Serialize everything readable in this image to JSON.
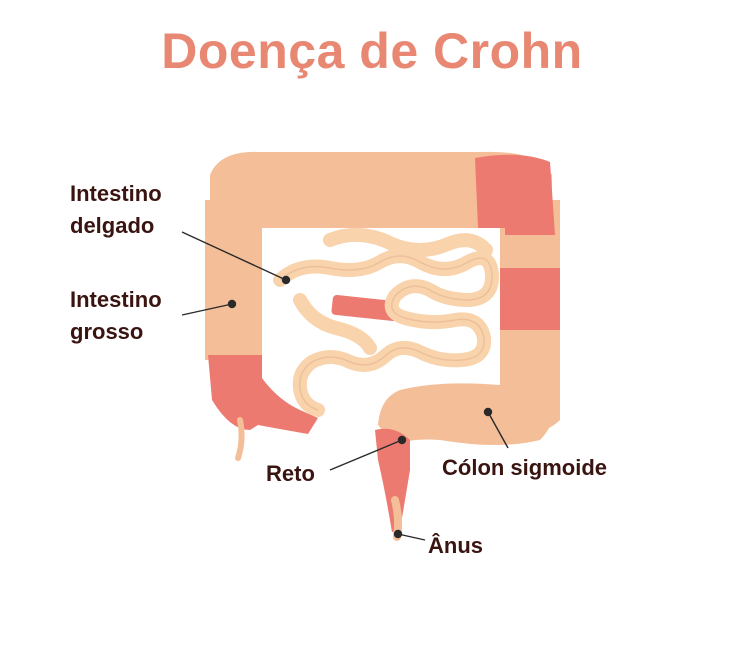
{
  "title": "Doença de Crohn",
  "labels": {
    "small_intestine": "Intestino\ndelgado",
    "large_intestine": "Intestino\ngrosso",
    "rectum": "Reto",
    "sigmoid_colon": "Cólon sigmoide",
    "anus": "Ânus"
  },
  "colors": {
    "title": "#e88873",
    "healthy_tissue": "#f4be98",
    "inflamed_tissue": "#ec7a70",
    "small_intestine": "#f8d3ac",
    "label_text": "#3a1410",
    "leader_line": "#2a2a2a"
  }
}
